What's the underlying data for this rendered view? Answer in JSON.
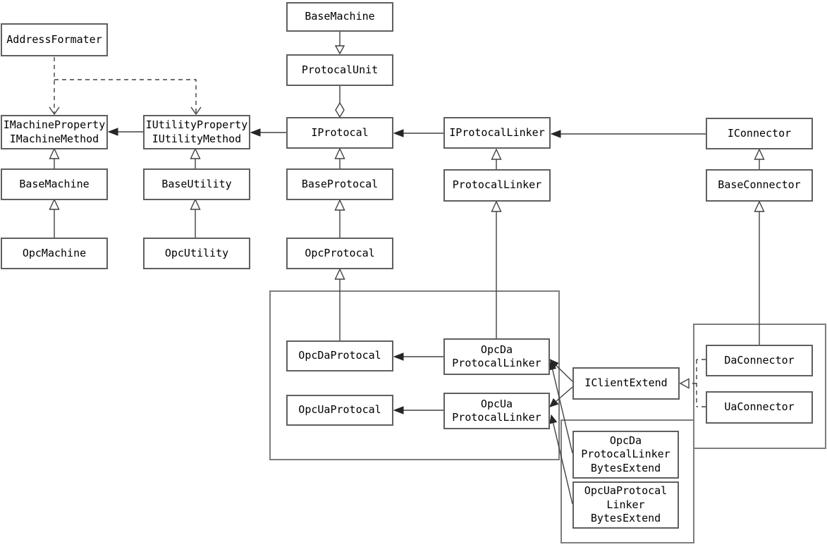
{
  "colors": {
    "background": "#ffffff",
    "box_border": "#5f5f5f",
    "container_border": "#7d7d7d",
    "line": "#404040",
    "text": "#000000"
  },
  "boxes": {
    "address_formater": {
      "label": "AddressFormater"
    },
    "imachine": {
      "lines": [
        "IMachineProperty",
        "IMachineMethod"
      ]
    },
    "iutility": {
      "lines": [
        "IUtilityProperty",
        "IUtilityMethod"
      ]
    },
    "base_machine_left": {
      "label": "BaseMachine"
    },
    "opc_machine": {
      "label": "OpcMachine"
    },
    "base_utility": {
      "label": "BaseUtility"
    },
    "opc_utility": {
      "label": "OpcUtility"
    },
    "base_machine_top": {
      "label": "BaseMachine"
    },
    "protocal_unit": {
      "label": "ProtocalUnit"
    },
    "iprotocal": {
      "label": "IProtocal"
    },
    "base_protocal": {
      "label": "BaseProtocal"
    },
    "opc_protocal": {
      "label": "OpcProtocal"
    },
    "iprotocal_linker": {
      "label": "IProtocalLinker"
    },
    "protocal_linker": {
      "label": "ProtocalLinker"
    },
    "opcda_protocal": {
      "label": "OpcDaProtocal"
    },
    "opcua_protocal": {
      "label": "OpcUaProtocal"
    },
    "opcda_protocal_linker": {
      "lines": [
        "OpcDa",
        "ProtocalLinker"
      ]
    },
    "opcua_protocal_linker": {
      "lines": [
        "OpcUa",
        "ProtocalLinker"
      ]
    },
    "iclient_extend": {
      "label": "IClientExtend"
    },
    "iconnector": {
      "label": "IConnector"
    },
    "base_connector": {
      "label": "BaseConnector"
    },
    "da_connector": {
      "label": "DaConnector"
    },
    "ua_connector": {
      "label": "UaConnector"
    },
    "opcda_bytes_extend": {
      "lines": [
        "OpcDa",
        "ProtocalLinker",
        "BytesExtend"
      ]
    },
    "opcua_bytes_extend": {
      "lines": [
        "OpcUaProtocal",
        "Linker",
        "BytesExtend"
      ]
    }
  },
  "relationships": [
    {
      "from": "address_formater",
      "to": "imachine",
      "type": "dashed-dependency"
    },
    {
      "from": "address_formater",
      "to": "iutility",
      "type": "dashed-dependency"
    },
    {
      "from": "iutility",
      "to": "imachine",
      "type": "association-arrow"
    },
    {
      "from": "iprotocal",
      "to": "iutility",
      "type": "association-arrow"
    },
    {
      "from": "iprotocal_linker",
      "to": "iprotocal",
      "type": "association-arrow"
    },
    {
      "from": "iconnector",
      "to": "iprotocal_linker",
      "type": "association-arrow"
    },
    {
      "from": "base_machine_left",
      "to": "imachine",
      "type": "generalization"
    },
    {
      "from": "opc_machine",
      "to": "base_machine_left",
      "type": "generalization"
    },
    {
      "from": "base_utility",
      "to": "iutility",
      "type": "generalization"
    },
    {
      "from": "opc_utility",
      "to": "base_utility",
      "type": "generalization"
    },
    {
      "from": "base_machine_top",
      "to": "protocal_unit",
      "type": "generalization-down"
    },
    {
      "from": "protocal_unit",
      "to": "iprotocal",
      "type": "aggregation-diamond"
    },
    {
      "from": "base_protocal",
      "to": "iprotocal",
      "type": "generalization"
    },
    {
      "from": "opc_protocal",
      "to": "base_protocal",
      "type": "generalization"
    },
    {
      "from": "opcda_protocal",
      "to": "opc_protocal",
      "type": "generalization"
    },
    {
      "from": "protocal_linker",
      "to": "iprotocal_linker",
      "type": "generalization"
    },
    {
      "from": "opcda_protocal_linker",
      "to": "protocal_linker",
      "type": "generalization"
    },
    {
      "from": "base_connector",
      "to": "iconnector",
      "type": "generalization"
    },
    {
      "from": "da_connector",
      "to": "base_connector",
      "type": "generalization"
    },
    {
      "from": "opcda_protocal_linker",
      "to": "opcda_protocal",
      "type": "association-arrow"
    },
    {
      "from": "opcua_protocal_linker",
      "to": "opcua_protocal",
      "type": "association-arrow"
    },
    {
      "from": "iclient_extend",
      "to": "opcda_protocal_linker",
      "type": "association-arrow"
    },
    {
      "from": "iclient_extend",
      "to": "opcua_protocal_linker",
      "type": "association-arrow"
    },
    {
      "from": "opcda_bytes_extend",
      "to": "opcda_protocal_linker",
      "type": "association-arrow"
    },
    {
      "from": "opcua_bytes_extend",
      "to": "opcua_protocal_linker",
      "type": "association-arrow"
    },
    {
      "from": "da_connector",
      "to": "iclient_extend",
      "type": "dashed-realization"
    },
    {
      "from": "ua_connector",
      "to": "iclient_extend",
      "type": "dashed-realization"
    }
  ]
}
